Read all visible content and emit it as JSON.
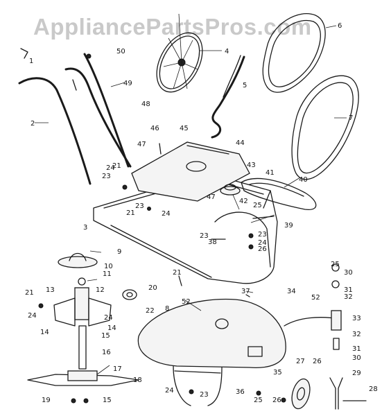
{
  "watermark": "AppliancePartsPros.com",
  "parts": [
    {
      "label": "1"
    },
    {
      "label": "2"
    },
    {
      "label": "3"
    },
    {
      "label": "4"
    },
    {
      "label": "5"
    },
    {
      "label": "6"
    },
    {
      "label": "7"
    },
    {
      "label": "8"
    },
    {
      "label": "9"
    },
    {
      "label": "10"
    },
    {
      "label": "11"
    },
    {
      "label": "12"
    },
    {
      "label": "13"
    },
    {
      "label": "14"
    },
    {
      "label": "14"
    },
    {
      "label": "15"
    },
    {
      "label": "15"
    },
    {
      "label": "16"
    },
    {
      "label": "17"
    },
    {
      "label": "18"
    },
    {
      "label": "19"
    },
    {
      "label": "20"
    },
    {
      "label": "21"
    },
    {
      "label": "21"
    },
    {
      "label": "21"
    },
    {
      "label": "21"
    },
    {
      "label": "22"
    },
    {
      "label": "23"
    },
    {
      "label": "23"
    },
    {
      "label": "23"
    },
    {
      "label": "23"
    },
    {
      "label": "23"
    },
    {
      "label": "24"
    },
    {
      "label": "24"
    },
    {
      "label": "24"
    },
    {
      "label": "24"
    },
    {
      "label": "24"
    },
    {
      "label": "24"
    },
    {
      "label": "25"
    },
    {
      "label": "25"
    },
    {
      "label": "25"
    },
    {
      "label": "26"
    },
    {
      "label": "26"
    },
    {
      "label": "26"
    },
    {
      "label": "27"
    },
    {
      "label": "28"
    },
    {
      "label": "29"
    },
    {
      "label": "30"
    },
    {
      "label": "30"
    },
    {
      "label": "31"
    },
    {
      "label": "31"
    },
    {
      "label": "32"
    },
    {
      "label": "32"
    },
    {
      "label": "33"
    },
    {
      "label": "34"
    },
    {
      "label": "35"
    },
    {
      "label": "36"
    },
    {
      "label": "37"
    },
    {
      "label": "38"
    },
    {
      "label": "39"
    },
    {
      "label": "40"
    },
    {
      "label": "41"
    },
    {
      "label": "42"
    },
    {
      "label": "43"
    },
    {
      "label": "44"
    },
    {
      "label": "45"
    },
    {
      "label": "46"
    },
    {
      "label": "47"
    },
    {
      "label": "47"
    },
    {
      "label": "48"
    },
    {
      "label": "49"
    },
    {
      "label": "50"
    },
    {
      "label": "52"
    },
    {
      "label": "52"
    }
  ]
}
